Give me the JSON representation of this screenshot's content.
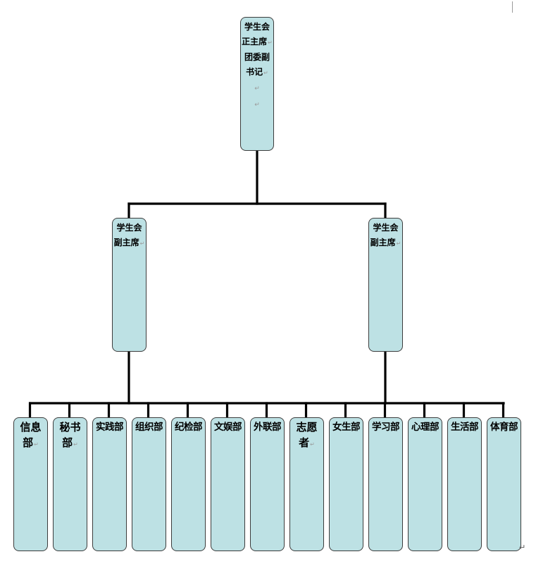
{
  "diagram": {
    "paragraph_mark": "↵",
    "root": {
      "lines": [
        "学生会",
        "正主席",
        "团委副",
        "书记"
      ]
    },
    "vice_presidents": [
      {
        "lines": [
          "学生会",
          "副主席"
        ]
      },
      {
        "lines": [
          "学生会",
          "副主席"
        ]
      }
    ],
    "departments": [
      {
        "lines": [
          "信息",
          "部"
        ]
      },
      {
        "lines": [
          "秘书",
          "部"
        ]
      },
      {
        "lines": [
          "实践部"
        ]
      },
      {
        "lines": [
          "组织部"
        ]
      },
      {
        "lines": [
          "纪检部"
        ]
      },
      {
        "lines": [
          "文娱部"
        ]
      },
      {
        "lines": [
          "外联部"
        ]
      },
      {
        "lines": [
          "志愿",
          "者"
        ]
      },
      {
        "lines": [
          "女生部"
        ]
      },
      {
        "lines": [
          "学习部"
        ]
      },
      {
        "lines": [
          "心理部"
        ]
      },
      {
        "lines": [
          "生活部"
        ]
      },
      {
        "lines": [
          "体育部"
        ]
      }
    ]
  }
}
